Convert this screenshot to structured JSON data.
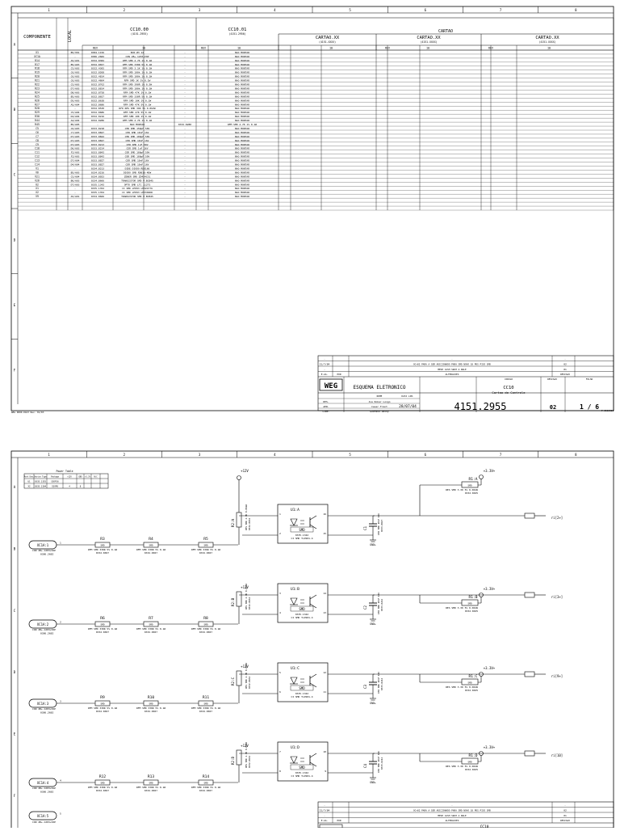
{
  "sheet1": {
    "zone_cols": [
      "1",
      "2",
      "3",
      "4",
      "5",
      "6",
      "7",
      "8"
    ],
    "zone_rows": [
      "A",
      "B",
      "C",
      "D",
      "E",
      "F"
    ],
    "header": {
      "componente": "COMPONENTE",
      "local": "LOCAL",
      "cartao": "CARTAO",
      "rev": "REV",
      "n10": "10",
      "groups": [
        {
          "name": "CC10.00",
          "code": "(4151.2955)"
        },
        {
          "name": "CC10.01",
          "code": "(4151.2956)"
        },
        {
          "name": "CARTAO.XX",
          "code": "(4151.XXXX)"
        },
        {
          "name": "CARTAO.XX",
          "code": "(4151.XXXX)"
        },
        {
          "name": "CARTAO.XX",
          "code": "(4151.XXXX)"
        }
      ]
    },
    "rows": [
      [
        "X1",
        "B5/X01",
        "0384.1156",
        "BCN Ø3 12",
        "-",
        "NAO MONTAR"
      ],
      [
        "XC1A",
        "-",
        "0386.2682",
        "CON 2B+-1203+V9P",
        "-",
        "NAO MONTAR"
      ],
      [
        "R14",
        "A5/A01",
        "0332.8382",
        "RFM SMD 4.7K 1% 0.1W",
        "-",
        "NAO MONTAR"
      ],
      [
        "R17",
        "B5/A03",
        "0332.8657",
        "RFM SMD 330R 5% 0.1W",
        "-",
        "NAO MONTAR"
      ],
      [
        "R18",
        "C5/A03",
        "0332.4365",
        "RFM SMD 3.1K 1% 0.1W",
        "-",
        "NAO MONTAR"
      ],
      [
        "R19",
        "C6/A03",
        "0332.8268",
        "RFM SMD 100k 1% 0.1W",
        "-",
        "NAO MONTAR"
      ],
      [
        "R20",
        "C6/A03",
        "0332.4814",
        "RFM SMD 100k 1% 0.1W",
        "-",
        "NAO MONTAR"
      ],
      [
        "R21",
        "C6/A03",
        "0332.4604",
        "RFM SMD 1K 1% 0.1W",
        "-",
        "NAO MONTAR"
      ],
      [
        "R22",
        "C5/A03",
        "0332.8762",
        "RFM SMD 390R 1% 0.5W",
        "-",
        "NAO MONTAR"
      ],
      [
        "R23",
        "D7/A03",
        "0332.8814",
        "RFM SMD 100k 1% 0.1W",
        "-",
        "NAO MONTAR"
      ],
      [
        "R24",
        "D8/A03",
        "0332.8758",
        "RFM SMD 47K 1% 0.1W",
        "-",
        "NAO MONTAR"
      ],
      [
        "R25",
        "B5/A03",
        "0332.8657",
        "RFM SMD 330R 5% 0.1W",
        "-",
        "NAO MONTAR"
      ],
      [
        "R26",
        "D5/A03",
        "0332.8638",
        "RFM SMD 10K 1% 0.1W",
        "-",
        "NAO MONTAR"
      ],
      [
        "R27",
        "A5/A04",
        "0332.8686",
        "RFM SMD 47K 5% 0.1W",
        "-",
        "NAO MONTAR"
      ],
      [
        "R28",
        "-",
        "0332.8530",
        "RFD RES SMD 39K 5% 0.062W",
        "-",
        "NAO MONTAR"
      ],
      [
        "R29",
        "C5/A04",
        "0332.8686",
        "RFM SMD 47K 5% 0.1W",
        "-",
        "NAO MONTAR"
      ],
      [
        "R30",
        "D4/A04",
        "0332.8216",
        "RFM SMD 10K 1% 0.1W",
        "-",
        "NAO MONTAR"
      ],
      [
        "R44",
        "A4/A04",
        "0332.8286",
        "RFM SMD 4.7K 1% 0.1W",
        "-",
        "NAO MONTAR"
      ],
      [
        "R45",
        "B5/A05",
        "-",
        "NAO MONTAR",
        "0332.8280",
        "RFM SMD 4.7K 1% 0.1W"
      ],
      [
        "C5",
        "C6/A03",
        "0333.8218",
        "CER SMD 150pF 50V",
        "-",
        "NAO MONTAR"
      ],
      [
        "C6",
        "C7/A03",
        "0333.8827",
        "CER SMD 10nF 16V",
        "-",
        "NAO MONTAR"
      ],
      [
        "C7",
        "D7/A03",
        "0333.8842",
        "CER SMD 100pF 50V",
        "-",
        "NAO MONTAR"
      ],
      [
        "C8",
        "D7/A03",
        "0333.8827",
        "CER SMD 10nF 16V",
        "-",
        "NAO MONTAR"
      ],
      [
        "C9",
        "D7/A03",
        "0333.8213",
        "CER SMD 1nF 50V",
        "-",
        "NAO MONTAR"
      ],
      [
        "C10",
        "D6/A03",
        "0333.8214",
        "CER SMD 1nF 16V",
        "-",
        "NAO MONTAR"
      ],
      [
        "C11",
        "F2/A03",
        "0333.8842",
        "CER SMD 100pF 50V",
        "-",
        "NAO MONTAR"
      ],
      [
        "C12",
        "F2/A03",
        "0333.8842",
        "CER SMD 100pF 50V",
        "-",
        "NAO MONTAR"
      ],
      [
        "C13",
        "D7/A04",
        "0333.8827",
        "CER SMD 10nF 16V",
        "-",
        "NAO MONTAR"
      ],
      [
        "C14",
        "D4/A04",
        "0333.8827",
        "CER SMD 10nF 16V",
        "-",
        "NAO MONTAR"
      ],
      [
        "V1",
        "-",
        "0334.8213",
        "DIDE DIODO RD0160",
        "-",
        "NAO MONTAR"
      ],
      [
        "V6",
        "B5/A03",
        "0334.8216",
        "DIODO SMD RD016-4DW",
        "-",
        "NAO MONTAR"
      ],
      [
        "V21",
        "C5/A04",
        "0334.8023",
        "ZENER SMD ZD454C51",
        "-",
        "NAO MONTAR"
      ],
      [
        "V26",
        "B6/A03",
        "0334.8666",
        "TRANSISTOR SMD P.BCB45",
        "-",
        "NAO MONTAR"
      ],
      [
        "U2",
        "D7/A03",
        "0335.1342",
        "OPTO SMD LTC 1127S",
        "-",
        "NAO MONTAR"
      ],
      [
        "X1",
        "-",
        "0335.1352",
        "CI SMD LM393 LM324776",
        "-",
        "NAO MONTAR"
      ],
      [
        "X2",
        "-",
        "0335.1354",
        "CI SMD LM393 LM3302DR",
        "-",
        "NAO MONTAR"
      ],
      [
        "V9",
        "A5/A01",
        "0334.8666",
        "TRANSISTOR SMD P.BCB45",
        "-",
        "NAO MONTAR"
      ]
    ],
    "titleblock": {
      "rev_rows": [
        [
          "-",
          "-",
          "-",
          "-"
        ],
        [
          "21/7/84",
          "",
          "OC+02 PARA A SER ADICIONADO PARA SMD NOVO 10 PDS PICO SMD",
          "02"
        ],
        [
          "-",
          "",
          "MESH CASH SWCH A RULE",
          "01"
        ]
      ],
      "label_data": "E.AA.",
      "label_por": "POR",
      "label_alteracoes": "ALTERACOES",
      "label_revisao": "REVISAO",
      "logo": "WEG",
      "doc_type": "ESQUEMA ELETRONICO",
      "label_nome": "NOME",
      "label_data2": "DATA LIB.",
      "label_codigo": "CODIGO",
      "label_revisao2": "REVISAO",
      "label_folha": "FOLHA",
      "product": "CC10",
      "product_sub": "Cartao de Controle",
      "roles": [
        "DES.",
        "APR.",
        "LIBE."
      ],
      "names": [
        "Joe Rokar Longo",
        "Cesar Frant",
        "Gustavo Peiny"
      ],
      "date": "28/07/04",
      "code": "4151.2955",
      "revision": "02",
      "sheet": "1 / 6",
      "corner_code": "P-0530981"
    },
    "footer": "WEG 0000-0163 Rev. 01/03"
  },
  "sheet2": {
    "zone_cols": [
      "1",
      "2",
      "3",
      "4",
      "5",
      "6",
      "7",
      "8"
    ],
    "zone_rows": [
      "A",
      "B",
      "C",
      "D",
      "E",
      "F"
    ],
    "power_table": {
      "title": "Power Table",
      "headers": [
        "Part Des.",
        "Device Type",
        "Package",
        "+12V",
        "GND",
        "+3.3V",
        "N/C"
      ],
      "rows": [
        [
          "U1",
          "0335.1355",
          "SSOP16",
          "",
          "",
          " ",
          ""
        ],
        [
          "X2",
          "0335.1304",
          "SSOP8",
          "4",
          "8",
          "",
          ""
        ]
      ]
    },
    "supply_12v": "+12V",
    "supply_33v": "+3.3V+",
    "gnd": "GND+",
    "channels": [
      {
        "conn": "XC1A:1",
        "conn_pin": "1",
        "conn_desc": "CON 2B+-1203+V9P",
        "conn_code": "0386.2682",
        "res": [
          {
            "ref": "R3",
            "val": "SMD",
            "desc": "RFM SMD 330R 5% 0.1W",
            "code": "0332.8657"
          },
          {
            "ref": "R4",
            "val": "SMD",
            "desc": "RFM SMD 330R 5% 0.1W",
            "code": "0332.8657"
          },
          {
            "ref": "R5",
            "val": "SMD",
            "desc": "RFM SMD 330R 5% 0.1W",
            "code": "0332.8657"
          }
        ],
        "rv": "R2:A",
        "rv_desc": "RES SMD 4.7K 0.062W",
        "rv_code": "0332.8634",
        "opto": "U1:A",
        "opto_pkg": "SMD",
        "opto_code": "0335.1342",
        "opto_desc": "CI SMD TLP281-4",
        "pins": [
          "1",
          "2",
          "16",
          "15"
        ],
        "cap": "C1",
        "cap_pkg": "SMD",
        "cap_desc": "CER SMD 10nF 16V",
        "cap_code": "0333.8827",
        "pull": "R1:A",
        "pull_pkg": "SMD",
        "pull_desc": "RES SMD 3.3K 5% 0.062W",
        "pull_code": "0332.8635",
        "net": "ri[2+]"
      },
      {
        "conn": "XC1A:2",
        "conn_pin": "2",
        "conn_desc": "CON 2B+-1203+V9P",
        "conn_code": "0386.2682",
        "res": [
          {
            "ref": "R6",
            "val": "SMD",
            "desc": "RFM SMD 330R 5% 0.1W",
            "code": "0332.8657"
          },
          {
            "ref": "R7",
            "val": "SMD",
            "desc": "RFM SMD 330R 5% 0.1W",
            "code": "0332.8657"
          },
          {
            "ref": "R8",
            "val": "SMD",
            "desc": "RFM SMD 330R 5% 0.1W",
            "code": "0332.8657"
          }
        ],
        "rv": "R2:B",
        "rv_desc": "RES SMD 4.7K 0.062W",
        "rv_code": "0332.8634",
        "opto": "U1:B",
        "opto_pkg": "SMD",
        "opto_code": "0335.1342",
        "opto_desc": "CI SMD TLP281-4",
        "pins": [
          "3",
          "4",
          "14",
          "13"
        ],
        "cap": "C2",
        "cap_pkg": "SMD",
        "cap_desc": "CER SMD 10nF 16V",
        "cap_code": "0333.8214",
        "pull": "R1:B",
        "pull_pkg": "SMD",
        "pull_desc": "RES SMD 3.3K 5% 0.062W",
        "pull_code": "0332.8635",
        "net": "ri[3+]"
      },
      {
        "conn": "XC1A:3",
        "conn_pin": "3",
        "conn_desc": "CON 2B+-1203+V9P",
        "conn_code": "0386.2682",
        "res": [
          {
            "ref": "R9",
            "val": "SMD",
            "desc": "RFM SMD 330R 5% 0.1W",
            "code": "0332.8657"
          },
          {
            "ref": "R10",
            "val": "SMD",
            "desc": "RFM SMD 330R 5% 0.1W",
            "code": "0332.8657"
          },
          {
            "ref": "R11",
            "val": "SMD",
            "desc": "RFM SMD 330R 5% 0.1W",
            "code": "0332.8657"
          }
        ],
        "rv": "R2:C",
        "rv_desc": "RES SMD 4.7K 0.062W",
        "rv_code": "0332.8634",
        "opto": "U1:C",
        "opto_pkg": "SMD",
        "opto_code": "0335.1342",
        "opto_desc": "CI SMD TLP281-4",
        "pins": [
          "5",
          "6",
          "12",
          "11"
        ],
        "cap": "C3",
        "cap_pkg": "SMD",
        "cap_desc": "CER SMD 10nF 16V",
        "cap_code": "0333.8214",
        "pull": "R1:C",
        "pull_pkg": "SMD",
        "pull_desc": "RES SMD 3.3K 5% 0.062W",
        "pull_code": "0332.8635",
        "net": "ri[9+]"
      },
      {
        "conn": "XC1A:4",
        "conn_pin": "4",
        "conn_desc": "CON 2B+-1203+V9P",
        "conn_code": "0386.2682",
        "res": [
          {
            "ref": "R12",
            "val": "SMD",
            "desc": "RFM SMD 330R 5% 0.1W",
            "code": "0332.8657"
          },
          {
            "ref": "R13",
            "val": "SMD",
            "desc": "RFM SMD 330R 5% 0.1W",
            "code": "0332.8657"
          },
          {
            "ref": "R14",
            "val": "SMD",
            "desc": "RFM SMD 330R 5% 0.1W",
            "code": "0332.8657"
          }
        ],
        "rv": "R2:D",
        "rv_desc": "RES SMD 4.7K 0.062W",
        "rv_code": "0332.8634",
        "opto": "U1:D",
        "opto_pkg": "SMD",
        "opto_code": "0335.1342",
        "opto_desc": "CI SMD TLP281-4",
        "pins": [
          "7",
          "8",
          "10",
          "9"
        ],
        "cap": "C4",
        "cap_pkg": "SMD",
        "cap_desc": "CER SMD 10nF 16V",
        "cap_code": "0333.8214",
        "pull": "R1:D",
        "pull_pkg": "SMD",
        "pull_desc": "RES SMD 3.3K 5% 0.062W",
        "pull_code": "0332.8635",
        "net": "ri[10]"
      }
    ],
    "extra_conn": "XC1A:5",
    "extra_pin": "5",
    "extra_desc": "CON 2B+-1203+V9P",
    "tb_rows": [
      [
        "-",
        "-",
        "-",
        "-"
      ],
      [
        "21/7/84",
        "",
        "OC+02 PARA A SER ADICIONADO PARA SMD NOVO 10 PDS PICO SMD",
        "02"
      ],
      [
        "-",
        "",
        "MESH CASH SWCH A RULE",
        "01"
      ]
    ],
    "tb_label_data": "E.AA.",
    "tb_label_por": "POR",
    "tb_label_alteracoes": "ALTERACOES",
    "tb_label_revisao": "REVISAO",
    "tb_product": "CC10"
  }
}
